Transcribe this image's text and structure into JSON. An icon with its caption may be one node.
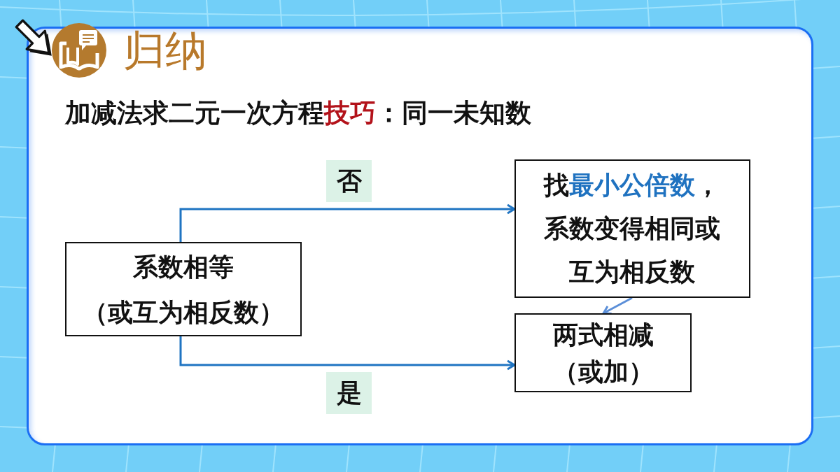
{
  "diagram": {
    "title": "归纳",
    "nodes": [
      {
        "text": [
          "系数相等",
          "（或互为相反数）"
        ]
      },
      {
        "text": [
          "找**最小公倍数**，系数变得相同或互为相反数"
        ]
      },
      {
        "text": [
          "两式相减",
          "（或加）"
        ]
      }
    ],
    "edges": [
      {
        "from": 0,
        "to": 1,
        "arrow": "to",
        "label": "否"
      },
      {
        "from": 1,
        "to": 2,
        "arrow": "to",
        "color": "#5b8fd8"
      },
      {
        "from": 0,
        "to": 2,
        "arrow": "to",
        "label": "是"
      }
    ],
    "labels": [
      "加减法求二元一次方程**技巧**：同一未知数"
    ]
  }
}
